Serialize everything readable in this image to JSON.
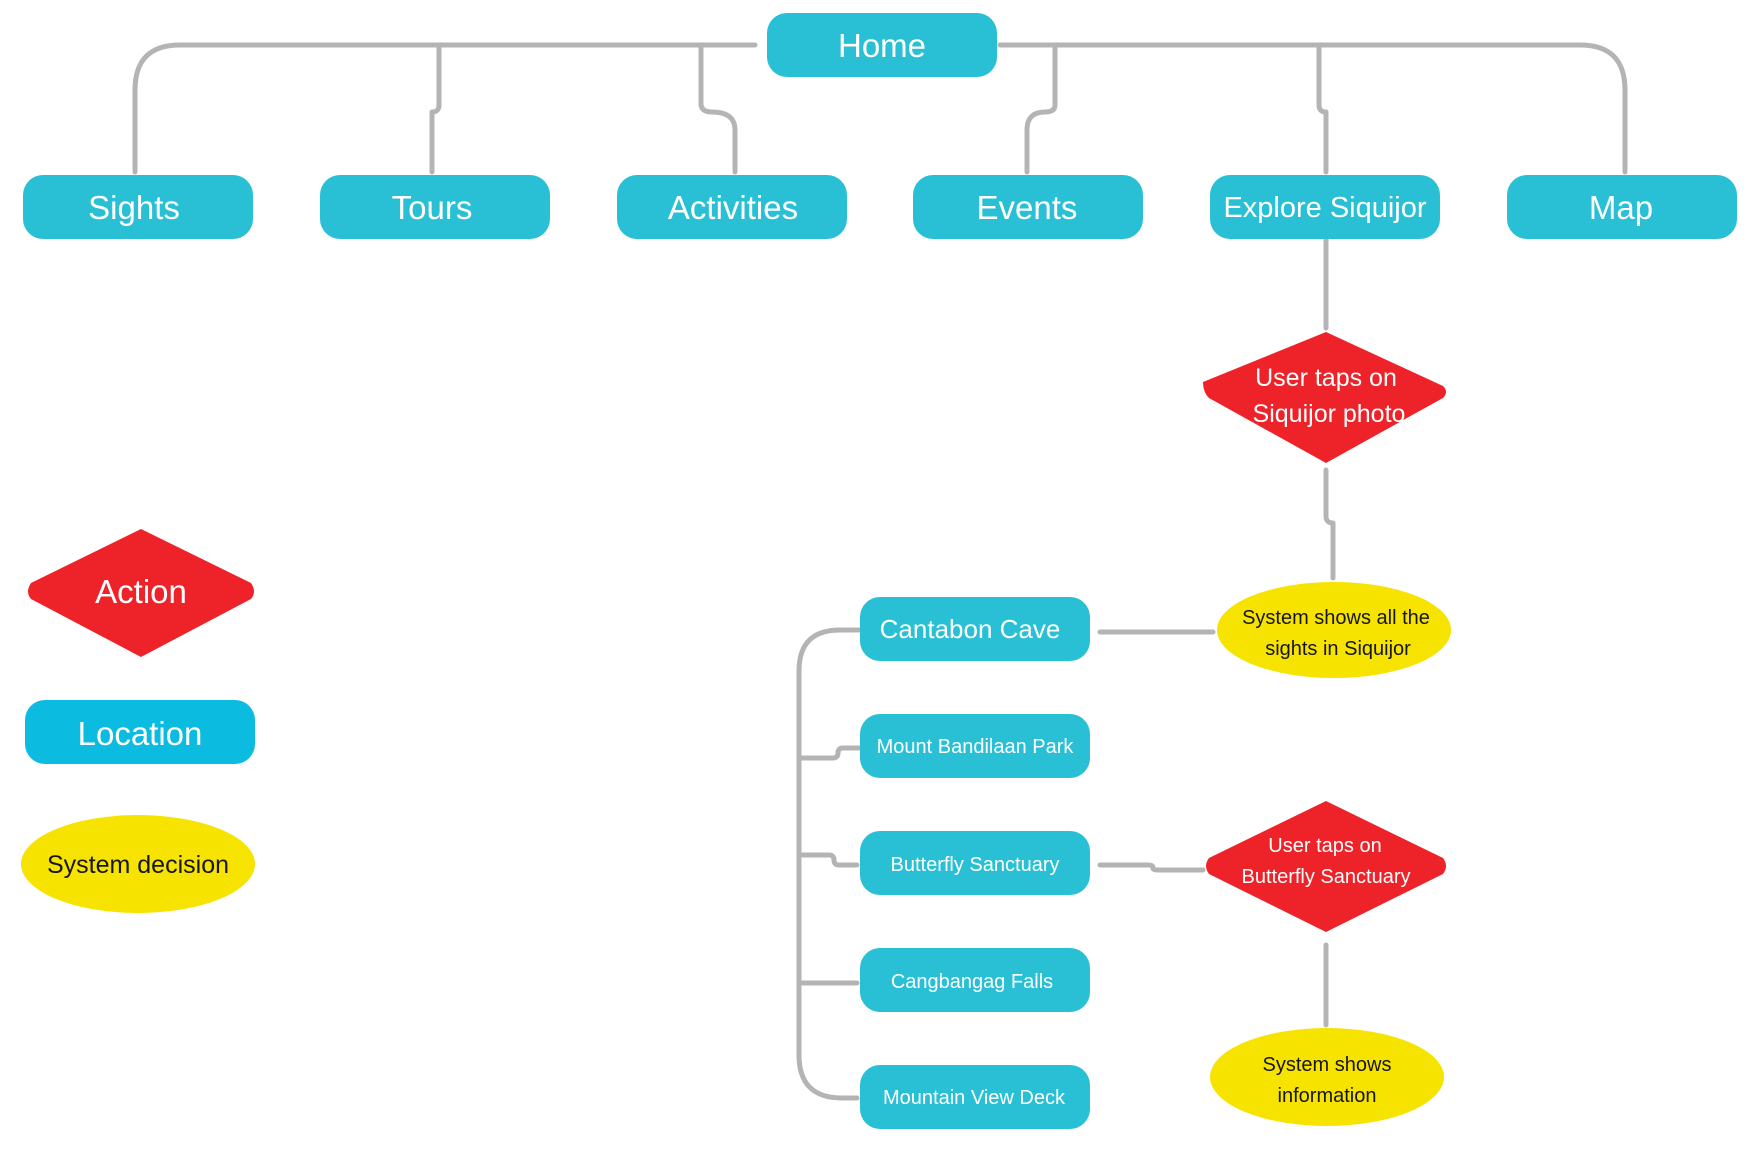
{
  "root": {
    "label": "Home"
  },
  "top_nav": [
    {
      "label": "Sights"
    },
    {
      "label": "Tours"
    },
    {
      "label": "Activities"
    },
    {
      "label": "Events"
    },
    {
      "label": "Explore Siquijor"
    },
    {
      "label": "Map"
    }
  ],
  "flow": {
    "action_1": {
      "line1": "User taps on",
      "line2": "Siquijor photo"
    },
    "system_1": {
      "line1": "System shows all the",
      "line2": "sights in Siquijor"
    },
    "sights": [
      {
        "label": "Cantabon Cave"
      },
      {
        "label": "Mount Bandilaan Park"
      },
      {
        "label": "Butterfly Sanctuary"
      },
      {
        "label": "Cangbangag Falls"
      },
      {
        "label": "Mountain View Deck"
      }
    ],
    "action_2": {
      "line1": "User taps on",
      "line2": "Butterfly Sanctuary"
    },
    "system_2": {
      "line1": "System shows",
      "line2": "information"
    }
  },
  "legend": {
    "action": "Action",
    "location": "Location",
    "system": "System decision"
  },
  "colors": {
    "location": "#29c0d5",
    "action": "#ee2229",
    "system": "#f7e300",
    "connector": "#b4b4b4"
  }
}
